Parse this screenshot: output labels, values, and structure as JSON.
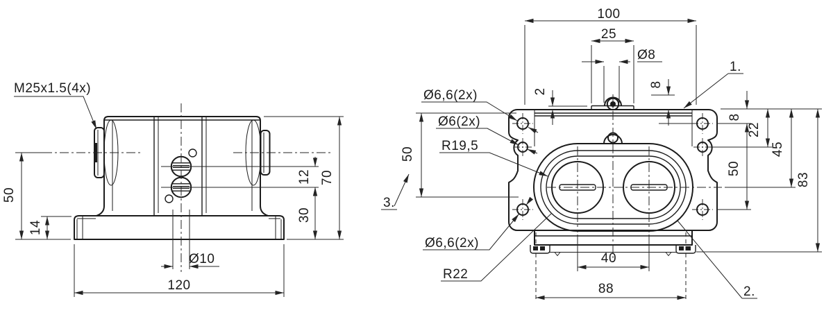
{
  "drawing": {
    "type": "technical-drawing-two-views",
    "background": "#ffffff",
    "line_color": "#1b1b1b"
  },
  "front_view": {
    "thread_callout": "M25x1.5(4x)",
    "dim_center_height": "50",
    "dim_base_height": "14",
    "dim_screw_spacing": "12",
    "dim_lower_screw_height": "30",
    "dim_total_height": "70",
    "dim_base_hole": "Ø10",
    "dim_total_width": "120"
  },
  "top_view": {
    "dim_top_width": "100",
    "dim_lug_plate_width": "25",
    "dim_lug_hole": "Ø8",
    "dim_lug_offset": "2",
    "dim_lug_height": "8",
    "dim_edge_to_hole": "8",
    "dim_edge_to_side_hole": "22",
    "dim_edge_to_center": "45",
    "dim_hole_span_right": "50",
    "dim_overall_depth": "83",
    "dim_hole_span_left": "50",
    "dim_bore_spacing": "40",
    "dim_feet_span": "88",
    "callout_corner_holes_top": "Ø6,6(2x)",
    "callout_side_holes": "Ø6(2x)",
    "callout_bore_radius": "R19,5",
    "callout_corner_holes_bottom": "Ø6,6(2x)",
    "callout_oval_radius": "R22",
    "note_1": "1.",
    "note_2": "2.",
    "note_3": "3."
  }
}
